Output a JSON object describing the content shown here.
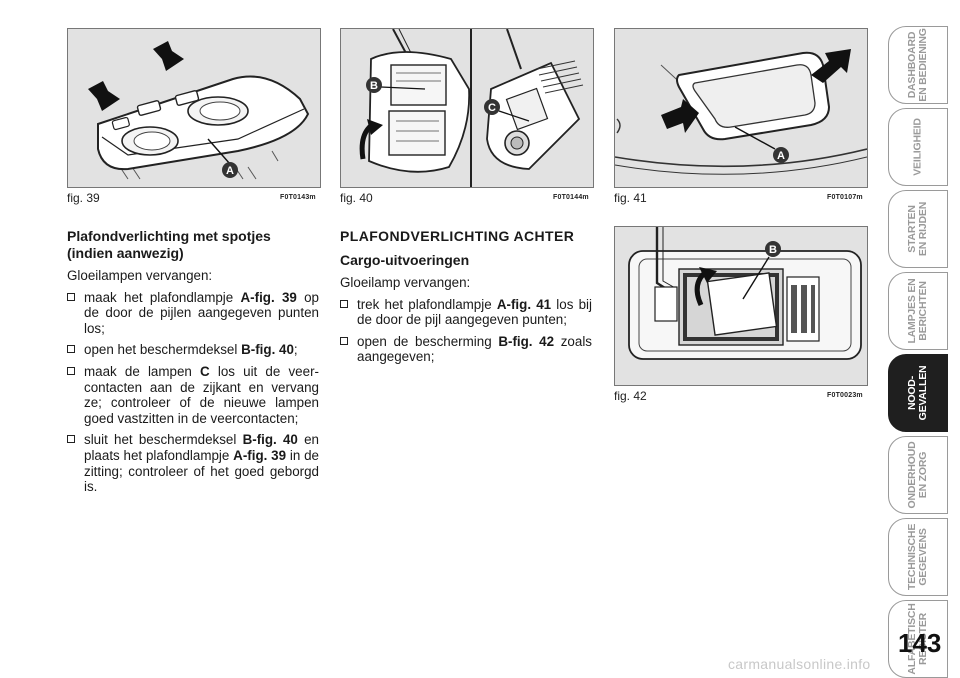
{
  "figures": {
    "fig39": {
      "caption": "fig. 39",
      "code": "F0T0143m",
      "labels": [
        "A"
      ]
    },
    "fig40": {
      "caption": "fig. 40",
      "code": "F0T0144m",
      "labels": [
        "B",
        "C"
      ]
    },
    "fig41": {
      "caption": "fig. 41",
      "code": "F0T0107m",
      "labels": [
        "A"
      ]
    },
    "fig42": {
      "caption": "fig. 42",
      "code": "F0T0023m",
      "labels": [
        "B"
      ]
    }
  },
  "left_column": {
    "heading": "Plafondverlichting met spotjes (indien aanwezig)",
    "intro": "Gloeilampen vervangen:",
    "bullets": [
      {
        "before": "maak het plafondlampje ",
        "ref": "A-fig. 39",
        "after": " op de door de pijlen aangegeven punten los;"
      },
      {
        "before": "open het beschermdeksel ",
        "ref": "B-fig. 40",
        "after": ";"
      },
      {
        "before": "maak de lampen ",
        "ref": "C",
        "after": " los uit de veer-contacten aan de zijkant en vervang ze; controleer of de nieuwe lampen goed vastzitten in de veercontacten;"
      },
      {
        "before": "sluit het beschermdeksel ",
        "ref": "B-fig. 40",
        "after": " en plaats het plafondlampje ",
        "ref2": "A-fig. 39",
        "after2": " in de zitting; controleer of het goed geborgd is."
      }
    ]
  },
  "right_column": {
    "heading": "PLAFONDVERLICHTING ACHTER",
    "subheading": "Cargo-uitvoeringen",
    "intro": "Gloeilamp vervangen:",
    "bullets": [
      {
        "before": "trek het plafondlampje ",
        "ref": "A-fig. 41",
        "after": " los bij de door de pijl aangegeven punten;"
      },
      {
        "before": "open de bescherming ",
        "ref": "B-fig. 42",
        "after": " zoals aangegeven;"
      }
    ]
  },
  "side_tabs": [
    {
      "label": "DASHBOARD\nEN BEDIENING",
      "active": false
    },
    {
      "label": "VEILIGHEID",
      "active": false
    },
    {
      "label": "STARTEN\nEN RIJDEN",
      "active": false
    },
    {
      "label": "LAMPJES EN\nBERICHTEN",
      "active": false
    },
    {
      "label": "NOOD-\nGEVALLEN",
      "active": true
    },
    {
      "label": "ONDERHOUD\nEN ZORG",
      "active": false
    },
    {
      "label": "TECHNISCHE\nGEGEVENS",
      "active": false
    },
    {
      "label": "ALFABETISCH\nREGISTER",
      "active": false
    }
  ],
  "page_number": "143",
  "watermark": "carmanualsonline.info"
}
